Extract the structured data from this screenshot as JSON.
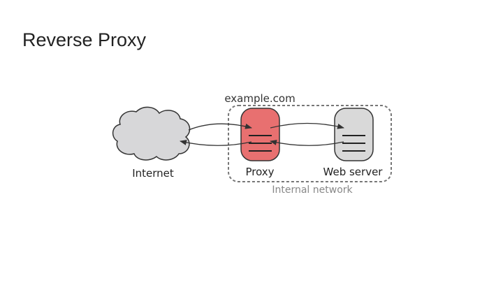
{
  "slide": {
    "title": "Reverse Proxy"
  },
  "diagram": {
    "domain_label": "example.com",
    "network_label": "Internal network",
    "nodes": {
      "internet": "Internet",
      "proxy": "Proxy",
      "web_server": "Web server"
    },
    "colors": {
      "proxy_fill": "#e87070",
      "server_fill": "#d9d9d9",
      "cloud_fill": "#d7d7d9",
      "stroke": "#333333",
      "boundary": "#777777",
      "muted_text": "#888888"
    },
    "icons": [
      "cloud-icon",
      "server-icon"
    ]
  }
}
